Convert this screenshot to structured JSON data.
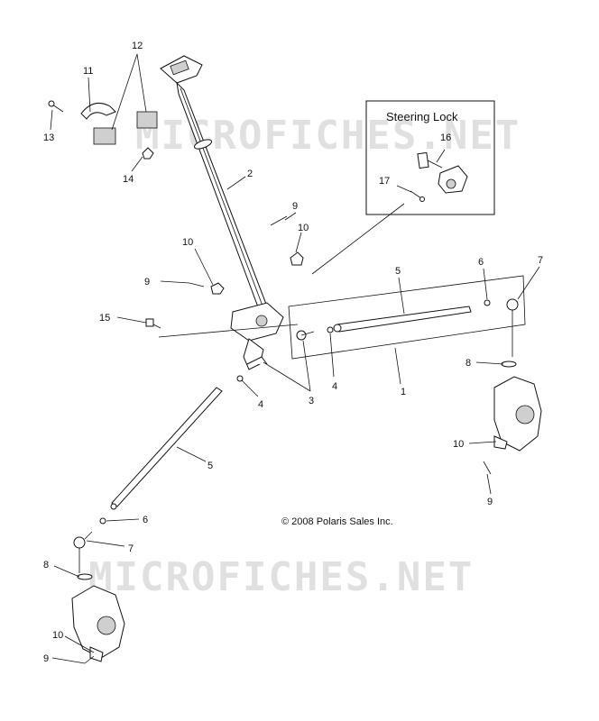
{
  "steering_lock": {
    "title": "Steering Lock"
  },
  "copyright": "© 2008 Polaris Sales Inc.",
  "watermarks": [
    "MICROFICHES.NET",
    "MICROFICHES.NET"
  ],
  "callouts": {
    "c12": "12",
    "c11": "11",
    "c13": "13",
    "c14": "14",
    "c2": "2",
    "c9a": "9",
    "c10a": "10",
    "c10b": "10",
    "c9b": "9",
    "c15": "15",
    "c16": "16",
    "c17": "17",
    "c5a": "5",
    "c6a": "6",
    "c7a": "7",
    "c4a": "4",
    "c3": "3",
    "c4b": "4",
    "c1": "1",
    "c8a": "8",
    "c10c": "10",
    "c9c": "9",
    "c5b": "5",
    "c6b": "6",
    "c7b": "7",
    "c8b": "8",
    "c10d": "10",
    "c9d": "9"
  }
}
